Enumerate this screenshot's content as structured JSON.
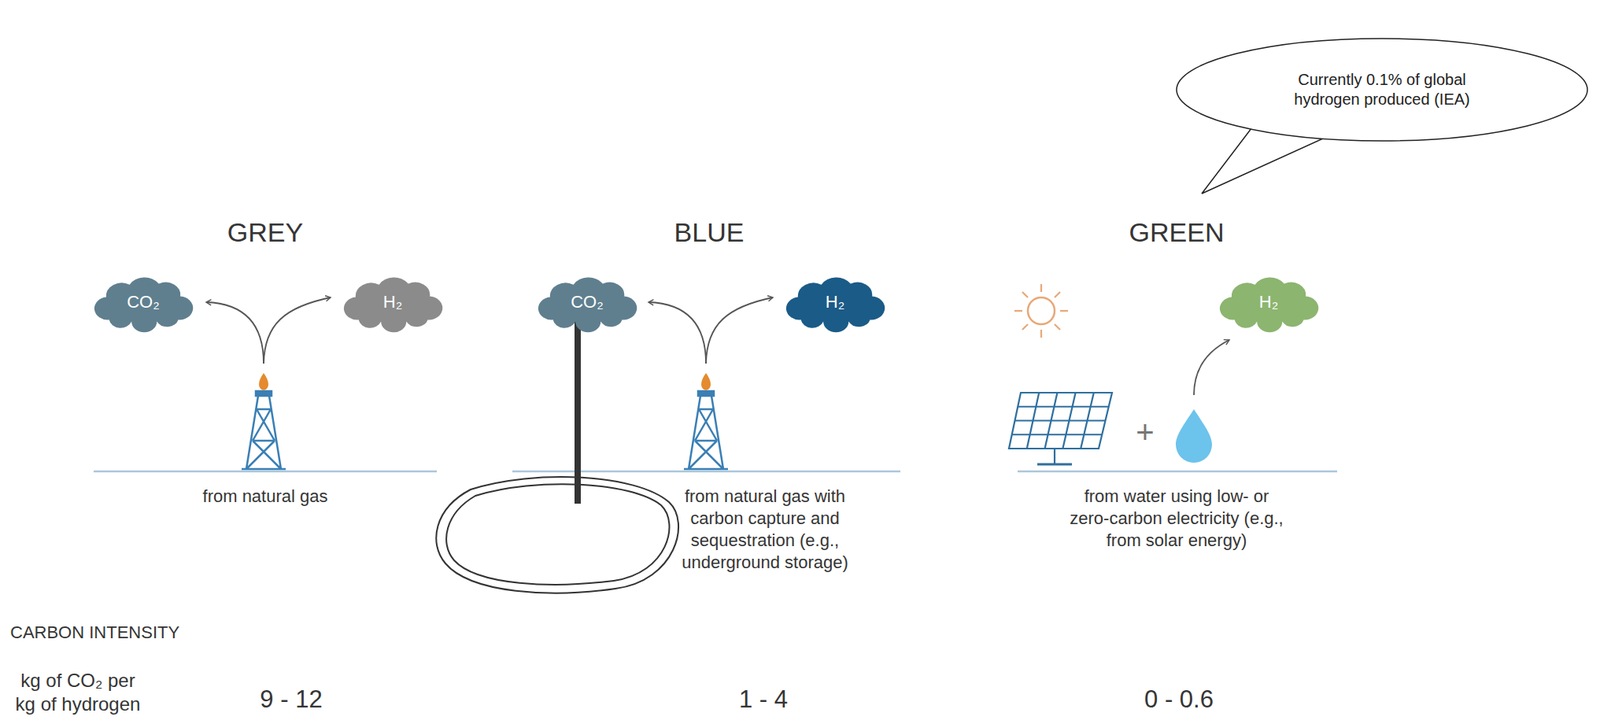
{
  "diagram": {
    "nodes": [
      {
        "text": [
          "Currently 0.1% of global hydrogen produced (IEA)"
        ]
      },
      {
        "text": [
          "CO₂"
        ]
      },
      {
        "text": [
          "H₂"
        ]
      },
      {
        "text": [
          "CO₂"
        ]
      },
      {
        "text": [
          "H₂"
        ]
      },
      {
        "text": [
          "H₂"
        ]
      }
    ],
    "labels": [
      "GREY",
      "BLUE",
      "GREEN",
      "from natural gas",
      "from natural gas with carbon capture and sequestration (e.g., underground storage)",
      "+",
      "from water using low- or zero-carbon electricity (e.g., from solar energy)",
      "CARBON INTENSITY",
      "kg of CO₂ per kg of hydrogen",
      "9 - 12",
      "1 - 4",
      "0 - 0.6"
    ]
  }
}
